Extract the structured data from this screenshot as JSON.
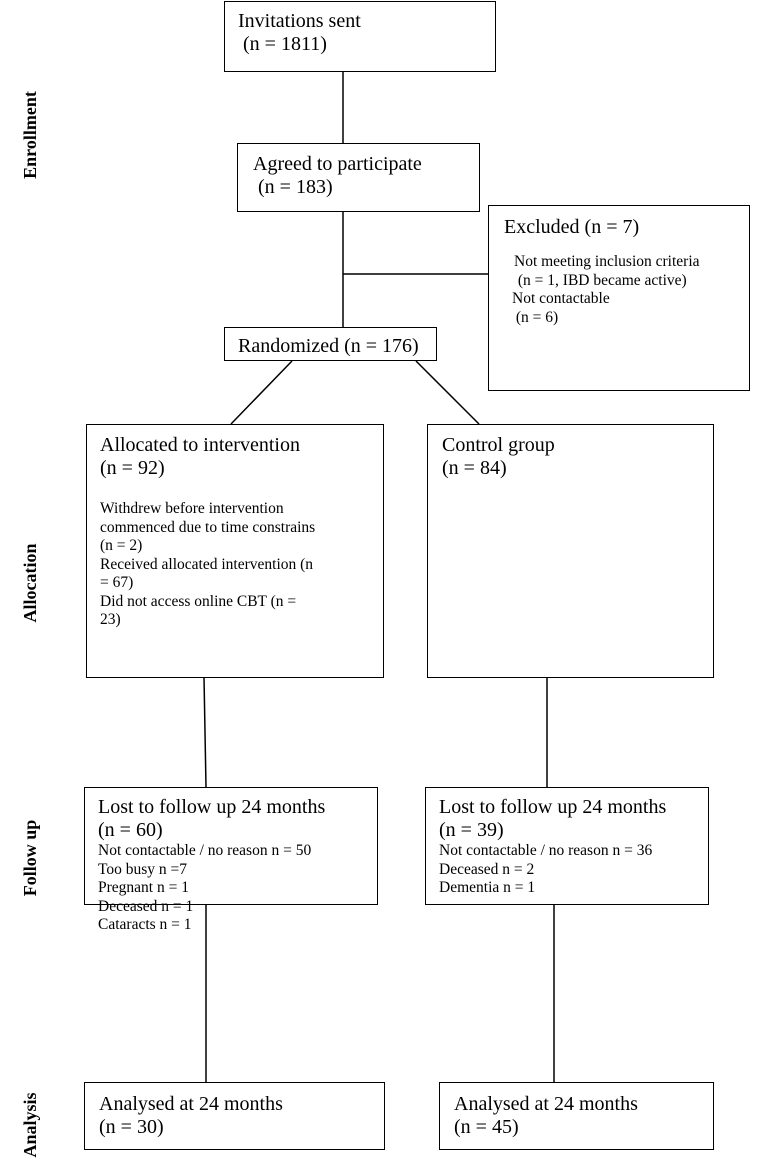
{
  "stages": {
    "enrollment": "Enrollment",
    "allocation": "Allocation",
    "follow_up": "Follow up",
    "analysis": "Analysis"
  },
  "invitations": {
    "title": "Invitations sent",
    "count": " (n = 1811)"
  },
  "agreed": {
    "title": "Agreed to participate",
    "count": " (n = 183)"
  },
  "excluded": {
    "title": "Excluded (n = 7)",
    "reason1": "Not meeting inclusion criteria",
    "reason1_detail": " (n = 1, IBD became active)",
    "reason2": "Not contactable",
    "reason2_detail": " (n = 6)"
  },
  "randomized": {
    "title": "Randomized (n = 176)"
  },
  "intervention": {
    "title": "Allocated to intervention",
    "count": "(n = 92)",
    "details": [
      "Withdrew before intervention",
      "commenced due to time constrains",
      "(n = 2)",
      "Received allocated intervention (n",
      "= 67)",
      "Did not access online CBT (n =",
      "23)"
    ]
  },
  "control": {
    "title": "Control group",
    "count": "(n = 84)"
  },
  "followup_intervention": {
    "title": "Lost to follow up 24 months",
    "count": "(n = 60)",
    "details": [
      "Not contactable / no reason n = 50",
      "Too busy n =7",
      "Pregnant n = 1",
      "Deceased n = 1",
      "Cataracts n = 1"
    ]
  },
  "followup_control": {
    "title": "Lost to follow up 24 months",
    "count": "(n = 39)",
    "details": [
      "Not contactable / no reason n = 36",
      "Deceased n = 2",
      "Dementia n = 1"
    ]
  },
  "analysis_intervention": {
    "title": "Analysed at 24 months",
    "count": "(n = 30)"
  },
  "analysis_control": {
    "title": "Analysed at 24 months",
    "count": "(n = 45)"
  }
}
